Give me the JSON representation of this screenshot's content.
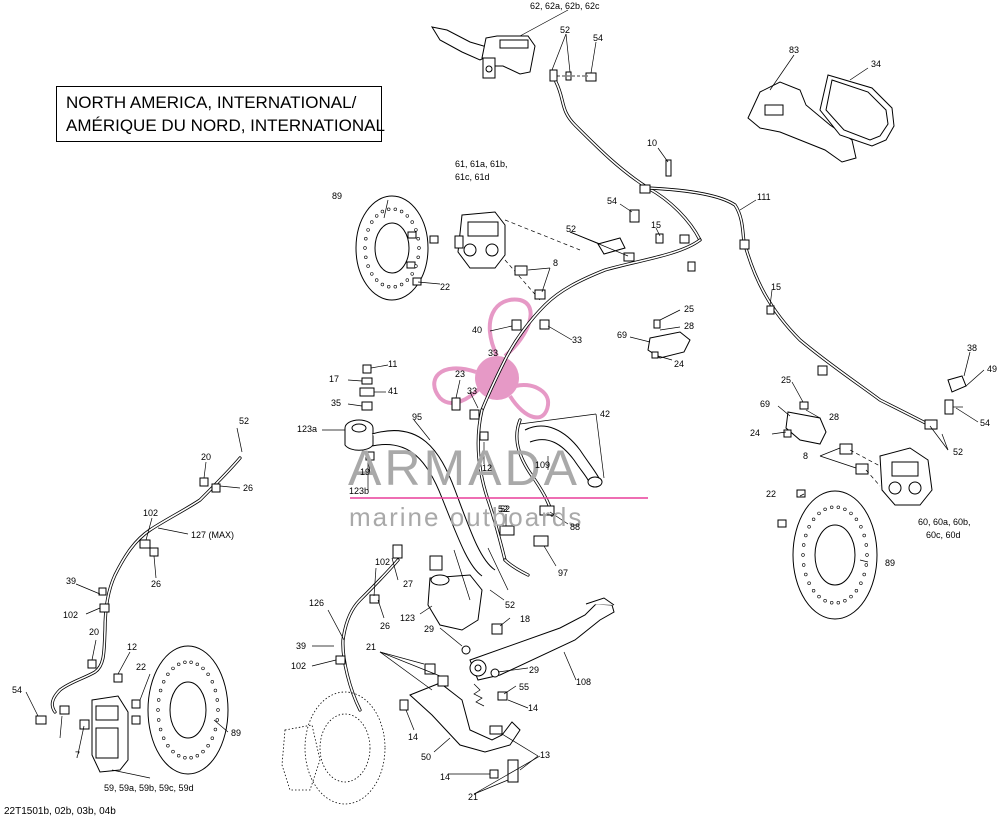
{
  "title": {
    "line1": "NORTH AMERICA, INTERNATIONAL/",
    "line2": "AMÉRIQUE DU NORD, INTERNATIONAL"
  },
  "diagram_code": "22T1501b, 02b, 03b, 04b",
  "watermark": {
    "brand": "ARMADA",
    "tagline": "marine outboards",
    "logo_color": "#e48fc0",
    "divider_color": "#e83f9a"
  },
  "labels": [
    {
      "text": "62, 62a, 62b, 62c"
    },
    {
      "text": "52"
    },
    {
      "text": "54"
    },
    {
      "text": "83"
    },
    {
      "text": "34"
    },
    {
      "text": "10"
    },
    {
      "text": "111"
    },
    {
      "text": "61, 61a, 61b,"
    },
    {
      "text": "61c, 61d"
    },
    {
      "text": "89"
    },
    {
      "text": "54"
    },
    {
      "text": "52"
    },
    {
      "text": "15"
    },
    {
      "text": "8"
    },
    {
      "text": "22"
    },
    {
      "text": "15"
    },
    {
      "text": "40"
    },
    {
      "text": "33"
    },
    {
      "text": "25"
    },
    {
      "text": "28"
    },
    {
      "text": "69"
    },
    {
      "text": "24"
    },
    {
      "text": "33"
    },
    {
      "text": "11"
    },
    {
      "text": "17"
    },
    {
      "text": "41"
    },
    {
      "text": "23"
    },
    {
      "text": "33"
    },
    {
      "text": "35"
    },
    {
      "text": "42"
    },
    {
      "text": "38"
    },
    {
      "text": "49"
    },
    {
      "text": "25"
    },
    {
      "text": "28"
    },
    {
      "text": "69"
    },
    {
      "text": "54"
    },
    {
      "text": "24"
    },
    {
      "text": "52"
    },
    {
      "text": "8"
    },
    {
      "text": "95"
    },
    {
      "text": "123a"
    },
    {
      "text": "52"
    },
    {
      "text": "12"
    },
    {
      "text": "109"
    },
    {
      "text": "19"
    },
    {
      "text": "20"
    },
    {
      "text": "26"
    },
    {
      "text": "123b"
    },
    {
      "text": "102"
    },
    {
      "text": "127 (MAX)"
    },
    {
      "text": "52"
    },
    {
      "text": "88"
    },
    {
      "text": "22"
    },
    {
      "text": "60, 60a, 60b,"
    },
    {
      "text": "60c, 60d"
    },
    {
      "text": "89"
    },
    {
      "text": "26"
    },
    {
      "text": "97"
    },
    {
      "text": "39"
    },
    {
      "text": "102"
    },
    {
      "text": "27"
    },
    {
      "text": "126"
    },
    {
      "text": "52"
    },
    {
      "text": "102"
    },
    {
      "text": "123"
    },
    {
      "text": "18"
    },
    {
      "text": "26"
    },
    {
      "text": "29"
    },
    {
      "text": "20"
    },
    {
      "text": "12"
    },
    {
      "text": "39"
    },
    {
      "text": "21"
    },
    {
      "text": "22"
    },
    {
      "text": "102"
    },
    {
      "text": "29"
    },
    {
      "text": "108"
    },
    {
      "text": "54"
    },
    {
      "text": "55"
    },
    {
      "text": "89"
    },
    {
      "text": "14"
    },
    {
      "text": "14"
    },
    {
      "text": "52"
    },
    {
      "text": "7"
    },
    {
      "text": "50"
    },
    {
      "text": "13"
    },
    {
      "text": "59, 59a, 59b, 59c, 59d"
    },
    {
      "text": "14"
    },
    {
      "text": "21"
    }
  ]
}
